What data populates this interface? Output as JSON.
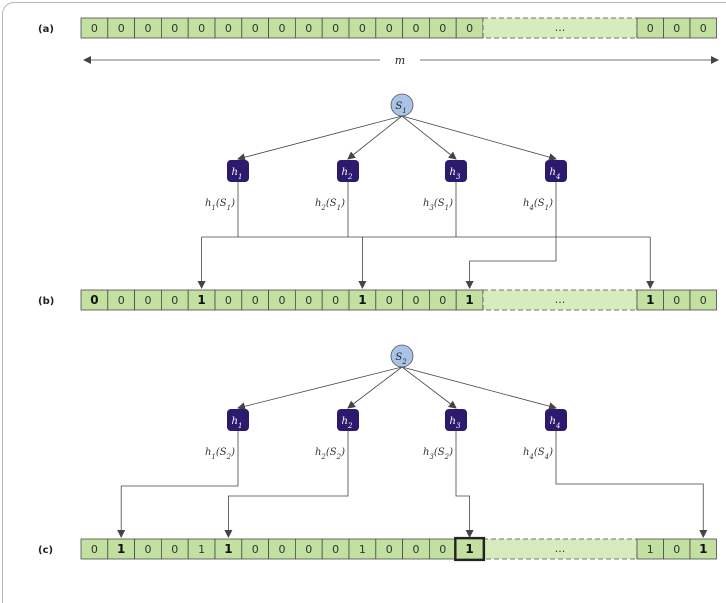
{
  "colors": {
    "cell_fill": "#c2e0a0",
    "cell_stroke": "#4a4a4a",
    "gap_fill": "#d6ecbf",
    "hash_fill": "#2b1a6e",
    "set_fill": "#a9c4e8",
    "line": "#444444"
  },
  "arrays": [
    {
      "label": "(a)",
      "bits": [
        "0",
        "0",
        "0",
        "0",
        "0",
        "0",
        "0",
        "0",
        "0",
        "0",
        "0",
        "0",
        "0",
        "0",
        "0"
      ],
      "bold": [],
      "ellipsis": "...",
      "tail_bits": [
        "0",
        "0",
        "0"
      ],
      "tail_bold": []
    },
    {
      "label": "(b)",
      "bits": [
        "0",
        "0",
        "0",
        "0",
        "1",
        "0",
        "0",
        "0",
        "0",
        "0",
        "1",
        "0",
        "0",
        "0",
        "1"
      ],
      "bold": [
        0,
        4,
        10,
        14
      ],
      "ellipsis": "...",
      "tail_bits": [
        "1",
        "0",
        "0"
      ],
      "tail_bold": [
        0
      ]
    },
    {
      "label": "(c)",
      "bits": [
        "0",
        "1",
        "0",
        "0",
        "1",
        "1",
        "0",
        "0",
        "0",
        "0",
        "1",
        "0",
        "0",
        "0",
        "1"
      ],
      "bold": [
        1,
        5,
        14
      ],
      "highlight": 14,
      "ellipsis": "...",
      "tail_bits": [
        "1",
        "0",
        "1"
      ],
      "tail_bold": [
        2
      ]
    }
  ],
  "m_label": "m",
  "diagrams": [
    {
      "set_main": "S",
      "set_sub": "1",
      "hashes": [
        {
          "main": "h",
          "sub": "1",
          "label_main": "h",
          "label_sub": "1",
          "arg_main": "S",
          "arg_sub": "1"
        },
        {
          "main": "h",
          "sub": "2",
          "label_main": "h",
          "label_sub": "2",
          "arg_main": "S",
          "arg_sub": "1"
        },
        {
          "main": "h",
          "sub": "3",
          "label_main": "h",
          "label_sub": "3",
          "arg_main": "S",
          "arg_sub": "1"
        },
        {
          "main": "h",
          "sub": "4",
          "label_main": "h",
          "label_sub": "4",
          "arg_main": "S",
          "arg_sub": "1"
        }
      ]
    },
    {
      "set_main": "S",
      "set_sub": "2",
      "hashes": [
        {
          "main": "h",
          "sub": "1",
          "label_main": "h",
          "label_sub": "1",
          "arg_main": "S",
          "arg_sub": "2"
        },
        {
          "main": "h",
          "sub": "2",
          "label_main": "h",
          "label_sub": "2",
          "arg_main": "S",
          "arg_sub": "2"
        },
        {
          "main": "h",
          "sub": "3",
          "label_main": "h",
          "label_sub": "3",
          "arg_main": "S",
          "arg_sub": "2"
        },
        {
          "main": "h",
          "sub": "4",
          "label_main": "h",
          "label_sub": "4",
          "arg_main": "S",
          "arg_sub": "4"
        }
      ]
    }
  ]
}
